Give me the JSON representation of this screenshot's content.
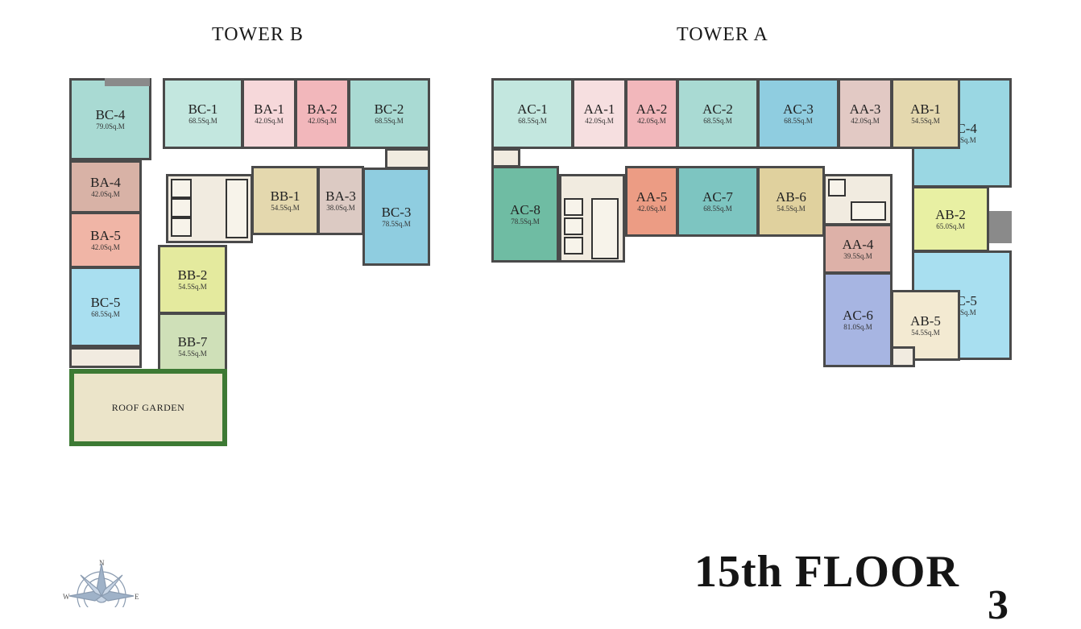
{
  "towers": {
    "b_title": "TOWER B",
    "a_title": "TOWER A"
  },
  "floor": {
    "title": "15th FLOOR",
    "corner_number": "3"
  },
  "garden": {
    "label": "ROOF GARDEN"
  },
  "compass": {
    "north": "N",
    "west": "W",
    "east": "E"
  },
  "units": {
    "bc4": {
      "code": "BC-4",
      "area": "79.0Sq.M",
      "color": "#a9dad3"
    },
    "bc1": {
      "code": "BC-1",
      "area": "68.5Sq.M",
      "color": "#c3e7df"
    },
    "ba1": {
      "code": "BA-1",
      "area": "42.0Sq.M",
      "color": "#f6d8da"
    },
    "ba2": {
      "code": "BA-2",
      "area": "42.0Sq.M",
      "color": "#f2b7bb"
    },
    "bc2": {
      "code": "BC-2",
      "area": "68.5Sq.M",
      "color": "#a9dad3"
    },
    "ba4": {
      "code": "BA-4",
      "area": "42.0Sq.M",
      "color": "#d8b2a6"
    },
    "ba5": {
      "code": "BA-5",
      "area": "42.0Sq.M",
      "color": "#f0b5a6"
    },
    "bb1": {
      "code": "BB-1",
      "area": "54.5Sq.M",
      "color": "#e4d8ae"
    },
    "ba3": {
      "code": "BA-3",
      "area": "38.0Sq.M",
      "color": "#dccac3"
    },
    "bc3": {
      "code": "BC-3",
      "area": "78.5Sq.M",
      "color": "#8fcde0"
    },
    "bb2": {
      "code": "BB-2",
      "area": "54.5Sq.M",
      "color": "#e4ea9e"
    },
    "bc5": {
      "code": "BC-5",
      "area": "68.5Sq.M",
      "color": "#a9dff0"
    },
    "bb7": {
      "code": "BB-7",
      "area": "54.5Sq.M",
      "color": "#cfe0b8"
    },
    "ac1": {
      "code": "AC-1",
      "area": "68.5Sq.M",
      "color": "#c3e7df"
    },
    "aa1": {
      "code": "AA-1",
      "area": "42.0Sq.M",
      "color": "#f6dfe0"
    },
    "aa2": {
      "code": "AA-2",
      "area": "42.0Sq.M",
      "color": "#f2b7bb"
    },
    "ac2": {
      "code": "AC-2",
      "area": "68.5Sq.M",
      "color": "#a9dad3"
    },
    "ac3": {
      "code": "AC-3",
      "area": "68.5Sq.M",
      "color": "#8fcde0"
    },
    "aa3": {
      "code": "AA-3",
      "area": "42.0Sq.M",
      "color": "#e2c9c4"
    },
    "ab1": {
      "code": "AB-1",
      "area": "54.5Sq.M",
      "color": "#e4d8ae"
    },
    "ac4": {
      "code": "AC-4",
      "area": "91.5Sq.M",
      "color": "#9ad7e3"
    },
    "ac8": {
      "code": "AC-8",
      "area": "78.5Sq.M",
      "color": "#6fbca3"
    },
    "aa5": {
      "code": "AA-5",
      "area": "42.0Sq.M",
      "color": "#ec9c84"
    },
    "ac7": {
      "code": "AC-7",
      "area": "68.5Sq.M",
      "color": "#7dc5c1"
    },
    "ab6": {
      "code": "AB-6",
      "area": "54.5Sq.M",
      "color": "#e0d19e"
    },
    "ab2": {
      "code": "AB-2",
      "area": "65.0Sq.M",
      "color": "#e8f0a3"
    },
    "aa4": {
      "code": "AA-4",
      "area": "39.5Sq.M",
      "color": "#ddb1a8"
    },
    "ac6": {
      "code": "AC-6",
      "area": "81.0Sq.M",
      "color": "#a7b5e2"
    },
    "ab5": {
      "code": "AB-5",
      "area": "54.5Sq.M",
      "color": "#f3ead2"
    },
    "ac5": {
      "code": "AC-5",
      "area": "91.5Sq.M",
      "color": "#a8dff0"
    }
  }
}
